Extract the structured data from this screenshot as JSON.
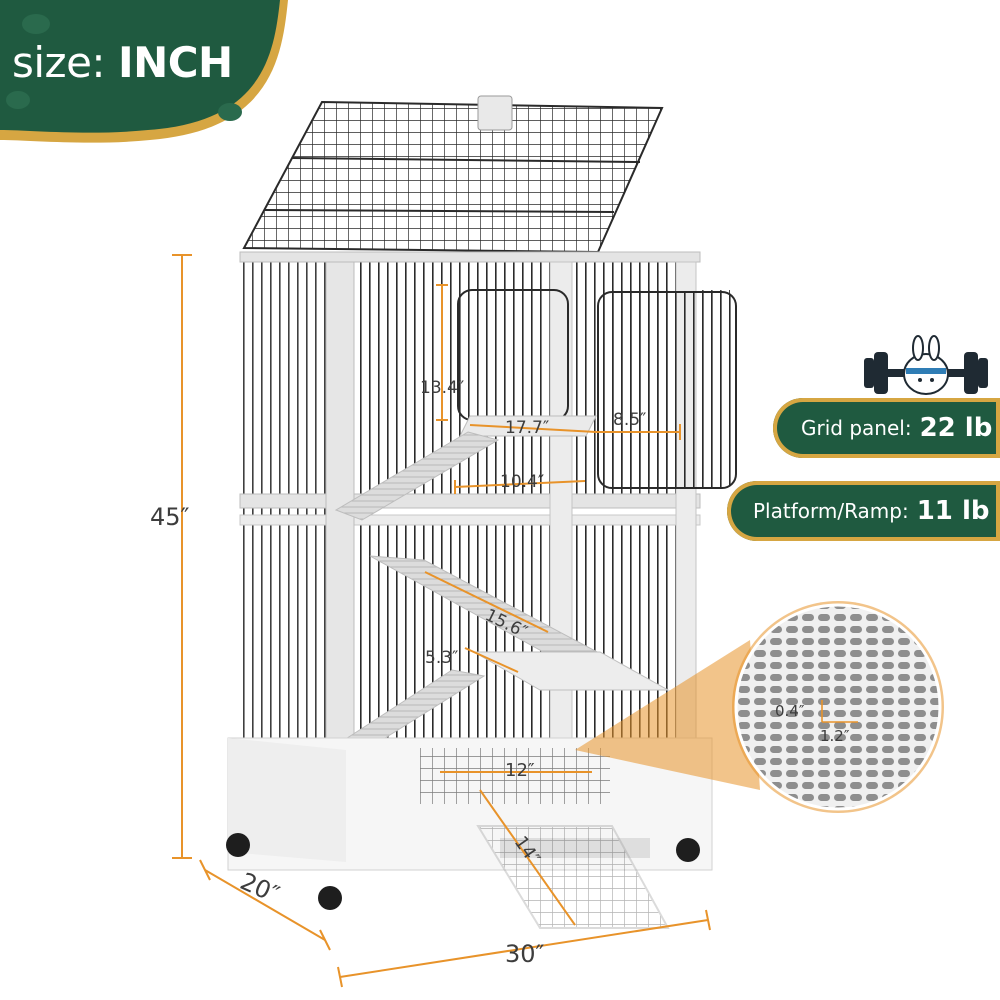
{
  "badge": {
    "prefix": "size:",
    "unit": "INCH"
  },
  "specs": [
    {
      "label": "Grid panel:",
      "value": "22 lb"
    },
    {
      "label": "Platform/Ramp:",
      "value": "11 lb"
    }
  ],
  "dimensions": {
    "height": "45″",
    "depth": "20″",
    "width": "30″",
    "door_height": "13.4″",
    "top_platform_length": "17.7″",
    "top_platform_width": "8.5″",
    "top_ramp": "10.4″",
    "middle_ramp": "15.6″",
    "middle_platform_width": "5.3″",
    "tray": "12″",
    "front_ramp": "14″",
    "slot_width": "0.4″",
    "slot_length": "1.2″"
  },
  "colors": {
    "brand_green": "#1f5a40",
    "accent_gold": "#d6a642",
    "dimension_orange": "#e8932a"
  },
  "icons": [
    "dumbbell-bunny-icon",
    "platform-texture-zoom"
  ]
}
